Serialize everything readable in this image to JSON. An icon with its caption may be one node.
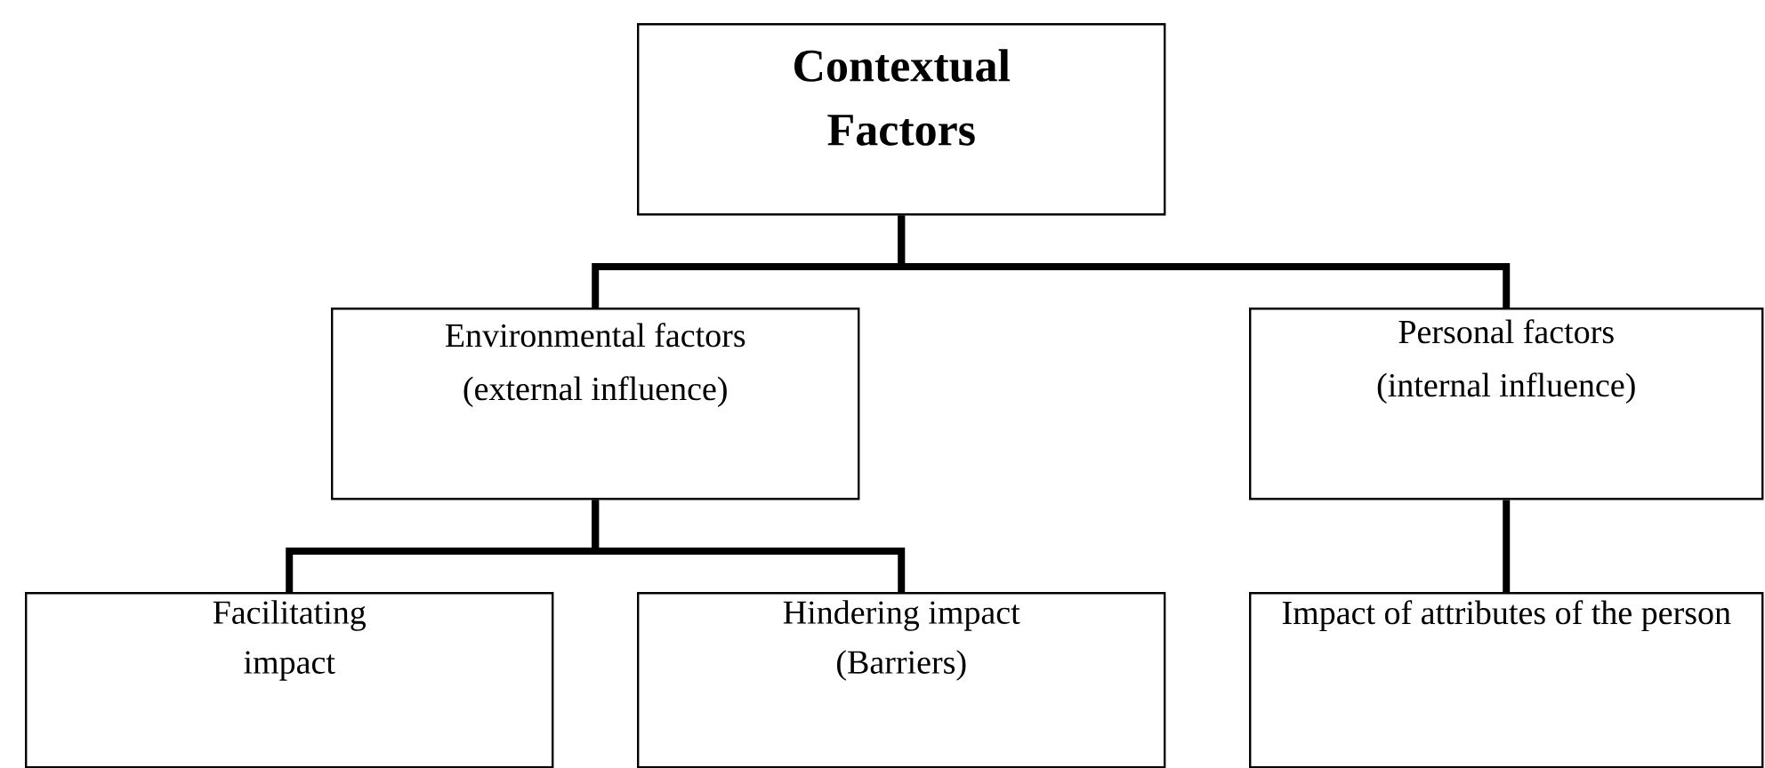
{
  "diagram": {
    "nodes": [
      {
        "text": [
          "Contextual Factors"
        ]
      },
      {
        "text": [
          "Environmental factors (external influence)"
        ]
      },
      {
        "text": [
          "Personal factors (internal influence)"
        ]
      },
      {
        "text": [
          "Facilitating impact"
        ]
      },
      {
        "text": [
          "Hindering impact (Barriers)"
        ]
      },
      {
        "text": [
          "Impact of attributes of the person"
        ]
      }
    ],
    "edges": [
      {
        "from": 0,
        "to": 1,
        "arrow": "none"
      },
      {
        "from": 0,
        "to": 2,
        "arrow": "none"
      },
      {
        "from": 1,
        "to": 3,
        "arrow": "none"
      },
      {
        "from": 1,
        "to": 4,
        "arrow": "none"
      },
      {
        "from": 2,
        "to": 5,
        "arrow": "none"
      }
    ]
  }
}
